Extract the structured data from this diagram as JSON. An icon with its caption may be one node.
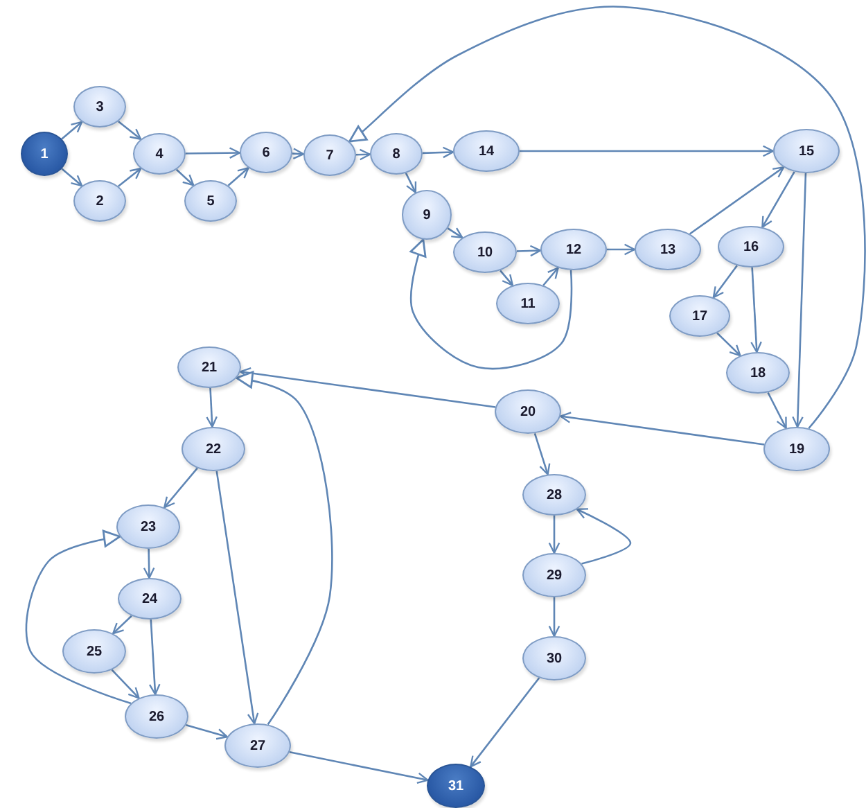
{
  "diagram": {
    "nodes": [
      {
        "text": [
          "1"
        ]
      },
      {
        "text": [
          "2"
        ]
      },
      {
        "text": [
          "3"
        ]
      },
      {
        "text": [
          "4"
        ]
      },
      {
        "text": [
          "5"
        ]
      },
      {
        "text": [
          "6"
        ]
      },
      {
        "text": [
          "7"
        ]
      },
      {
        "text": [
          "8"
        ]
      },
      {
        "text": [
          "9"
        ]
      },
      {
        "text": [
          "10"
        ]
      },
      {
        "text": [
          "11"
        ]
      },
      {
        "text": [
          "12"
        ]
      },
      {
        "text": [
          "13"
        ]
      },
      {
        "text": [
          "14"
        ]
      },
      {
        "text": [
          "15"
        ]
      },
      {
        "text": [
          "16"
        ]
      },
      {
        "text": [
          "17"
        ]
      },
      {
        "text": [
          "18"
        ]
      },
      {
        "text": [
          "19"
        ]
      },
      {
        "text": [
          "20"
        ]
      },
      {
        "text": [
          "21"
        ]
      },
      {
        "text": [
          "22"
        ]
      },
      {
        "text": [
          "23"
        ]
      },
      {
        "text": [
          "24"
        ]
      },
      {
        "text": [
          "25"
        ]
      },
      {
        "text": [
          "26"
        ]
      },
      {
        "text": [
          "27"
        ]
      },
      {
        "text": [
          "28"
        ]
      },
      {
        "text": [
          "29"
        ]
      },
      {
        "text": [
          "30"
        ]
      },
      {
        "text": [
          "31"
        ]
      }
    ],
    "edges": [
      {
        "from": 0,
        "to": 2,
        "arrow": "to"
      },
      {
        "from": 0,
        "to": 1,
        "arrow": "to"
      },
      {
        "from": 2,
        "to": 3,
        "arrow": "to"
      },
      {
        "from": 1,
        "to": 3,
        "arrow": "to"
      },
      {
        "from": 3,
        "to": 5,
        "arrow": "to"
      },
      {
        "from": 3,
        "to": 4,
        "arrow": "to"
      },
      {
        "from": 4,
        "to": 5,
        "arrow": "to"
      },
      {
        "from": 5,
        "to": 6,
        "arrow": "to"
      },
      {
        "from": 6,
        "to": 7,
        "arrow": "to"
      },
      {
        "from": 7,
        "to": 13,
        "arrow": "to"
      },
      {
        "from": 7,
        "to": 8,
        "arrow": "to"
      },
      {
        "from": 8,
        "to": 9,
        "arrow": "to"
      },
      {
        "from": 9,
        "to": 11,
        "arrow": "to"
      },
      {
        "from": 9,
        "to": 10,
        "arrow": "to"
      },
      {
        "from": 10,
        "to": 11,
        "arrow": "to"
      },
      {
        "from": 11,
        "to": 12,
        "arrow": "to"
      },
      {
        "from": 11,
        "to": 8,
        "arrow": "to"
      },
      {
        "from": 12,
        "to": 14,
        "arrow": "to"
      },
      {
        "from": 13,
        "to": 14,
        "arrow": "to"
      },
      {
        "from": 14,
        "to": 15,
        "arrow": "to"
      },
      {
        "from": 14,
        "to": 18,
        "arrow": "to"
      },
      {
        "from": 15,
        "to": 16,
        "arrow": "to"
      },
      {
        "from": 15,
        "to": 17,
        "arrow": "to"
      },
      {
        "from": 16,
        "to": 17,
        "arrow": "to"
      },
      {
        "from": 17,
        "to": 18,
        "arrow": "to"
      },
      {
        "from": 18,
        "to": 6,
        "arrow": "to"
      },
      {
        "from": 18,
        "to": 19,
        "arrow": "to"
      },
      {
        "from": 19,
        "to": 20,
        "arrow": "to"
      },
      {
        "from": 19,
        "to": 27,
        "arrow": "to"
      },
      {
        "from": 20,
        "to": 21,
        "arrow": "to"
      },
      {
        "from": 21,
        "to": 22,
        "arrow": "to"
      },
      {
        "from": 21,
        "to": 26,
        "arrow": "to"
      },
      {
        "from": 22,
        "to": 23,
        "arrow": "to"
      },
      {
        "from": 23,
        "to": 24,
        "arrow": "to"
      },
      {
        "from": 23,
        "to": 25,
        "arrow": "to"
      },
      {
        "from": 24,
        "to": 25,
        "arrow": "to"
      },
      {
        "from": 25,
        "to": 22,
        "arrow": "to"
      },
      {
        "from": 25,
        "to": 26,
        "arrow": "to"
      },
      {
        "from": 26,
        "to": 20,
        "arrow": "to"
      },
      {
        "from": 26,
        "to": 30,
        "arrow": "to"
      },
      {
        "from": 27,
        "to": 28,
        "arrow": "to"
      },
      {
        "from": 28,
        "to": 27,
        "arrow": "to"
      },
      {
        "from": 28,
        "to": 29,
        "arrow": "to"
      },
      {
        "from": 29,
        "to": 30,
        "arrow": "to"
      }
    ]
  }
}
